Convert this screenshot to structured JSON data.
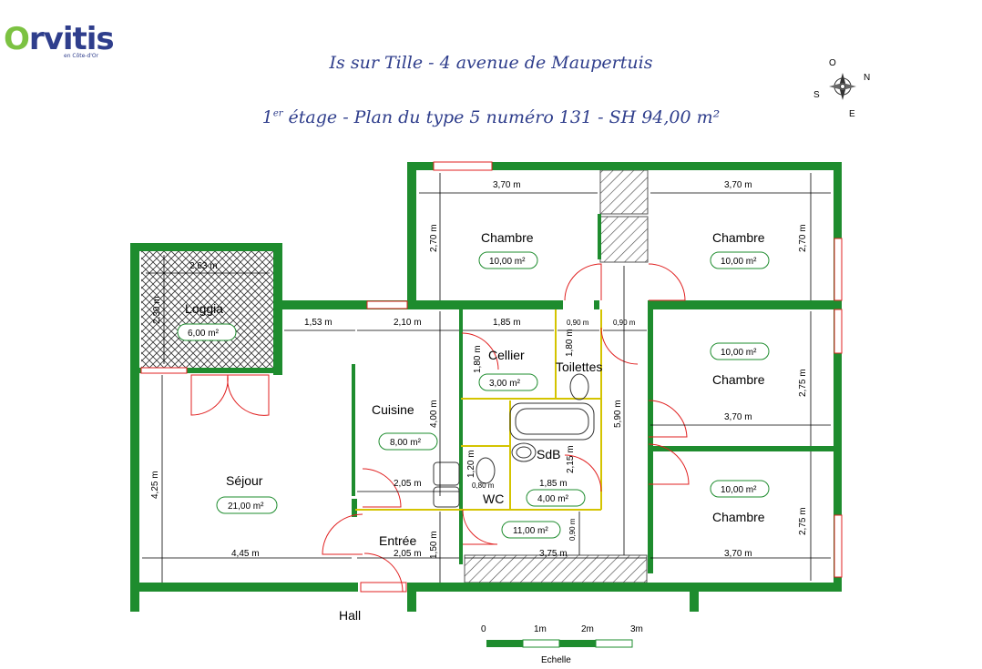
{
  "logo": {
    "name_o": "O",
    "name_rest": "rvitis",
    "subtitle": "en Côte-d'Or"
  },
  "header": {
    "title": "Is sur Tille - 4 avenue de Maupertuis",
    "floor_sup": "er",
    "floor_num": "1",
    "subtitle_rest": " étage - Plan du type 5 numéro 131 - SH 94,00 m²"
  },
  "compass": {
    "n": "N",
    "s": "S",
    "e": "E",
    "o": "O"
  },
  "colors": {
    "wall": "#1e8c2e",
    "accent": "#2f3e8c",
    "window": "#e02020",
    "partition": "#d4c400"
  },
  "rooms": {
    "chambre1": {
      "name": "Chambre",
      "area": "10,00 m²"
    },
    "chambre2": {
      "name": "Chambre",
      "area": "10,00 m²"
    },
    "chambre3": {
      "name": "Chambre",
      "area": "10,00 m²"
    },
    "chambre4": {
      "name": "Chambre",
      "area": "10,00 m²"
    },
    "loggia": {
      "name": "Loggia",
      "area": "6,00 m²"
    },
    "cellier": {
      "name": "Cellier",
      "area": "3,00 m²"
    },
    "toilettes": {
      "name": "Toilettes"
    },
    "cuisine": {
      "name": "Cuisine",
      "area": "8,00 m²"
    },
    "sejour": {
      "name": "Séjour",
      "area": "21,00 m²"
    },
    "sdb": {
      "name": "SdB",
      "area": "4,00 m²"
    },
    "wc": {
      "name": "WC"
    },
    "entree": {
      "name": "Entrée",
      "area": "11,00 m²"
    },
    "hall": {
      "name": "Hall"
    }
  },
  "dimensions": {
    "d1": "3,70 m",
    "d2": "3,70 m",
    "d3": "2,70 m",
    "d4": "2,70 m",
    "d5": "2,63 m",
    "d6": "2,30 m",
    "d7": "1,53 m",
    "d8": "2,10 m",
    "d9": "1,85 m",
    "d10": "0,90 m",
    "d11": "0,90 m",
    "d12": "1,80 m",
    "d13": "1,80 m",
    "d14": "2,75 m",
    "d15": "3,70 m",
    "d16": "4,00 m",
    "d17": "5,90 m",
    "d18": "4,25 m",
    "d19": "2,05 m",
    "d20": "1,20 m",
    "d21": "0,80 m",
    "d22": "2,15 m",
    "d23": "1,85 m",
    "d24": "2,75 m",
    "d25": "4,45 m",
    "d26": "2,05 m",
    "d27": "1,50 m",
    "d28": "3,75 m",
    "d29": "0,90 m",
    "d30": "3,70 m"
  },
  "scale": {
    "t0": "0",
    "t1": "1m",
    "t2": "2m",
    "t3": "3m",
    "label": "Echelle"
  }
}
